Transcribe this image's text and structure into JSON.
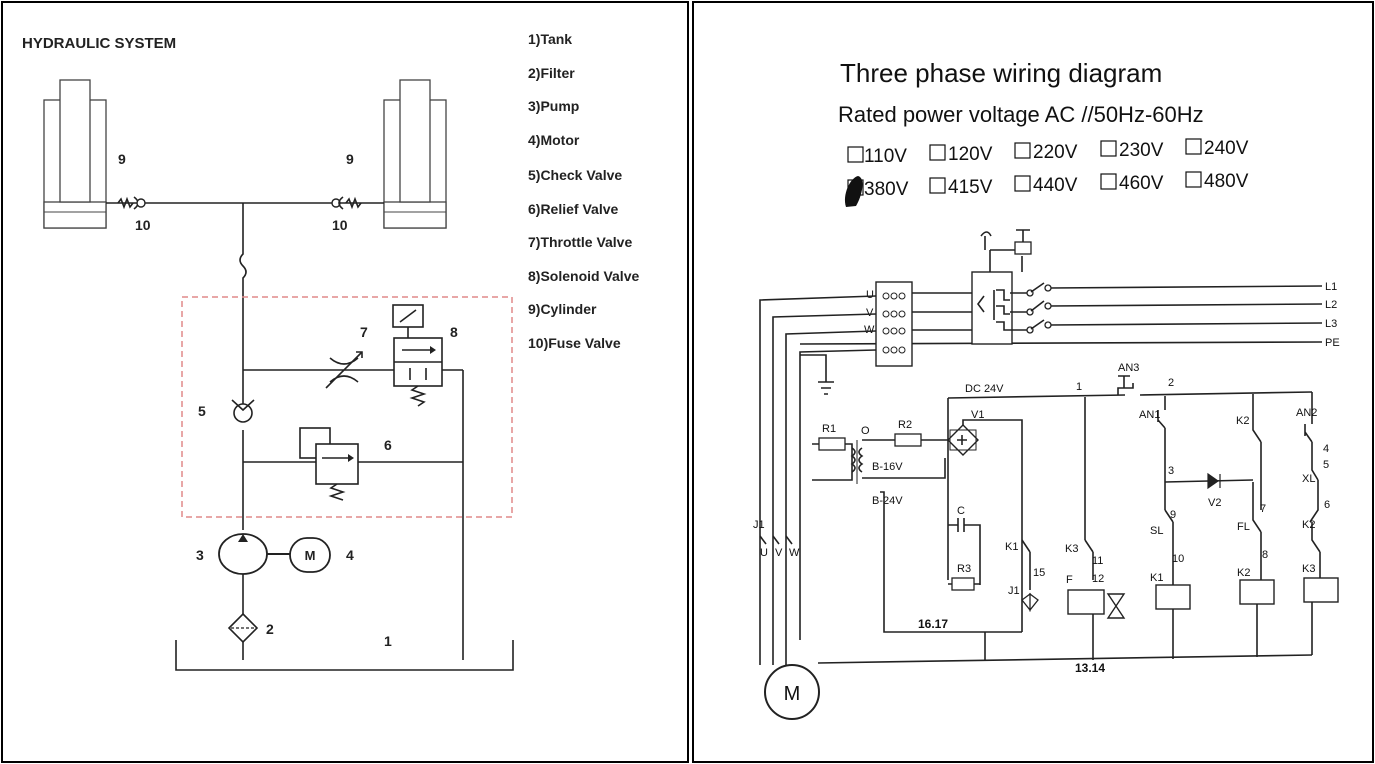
{
  "hydraulic": {
    "title": "HYDRAULIC SYSTEM",
    "legend": [
      "1)Tank",
      "2)Filter",
      "3)Pump",
      "4)Motor",
      "5)Check Valve",
      "6)Relief Valve",
      "7)Throttle Valve",
      "8)Solenoid Valve",
      "9)Cylinder",
      "10)Fuse Valve"
    ],
    "tags": {
      "cyl_left": "9",
      "cyl_right": "9",
      "fuse_left": "10",
      "fuse_right": "10",
      "throttle": "7",
      "solenoid": "8",
      "check": "5",
      "relief": "6",
      "pump": "3",
      "motor_num": "4",
      "motor_symbol": "M",
      "filter": "2",
      "tank": "1"
    }
  },
  "wiring": {
    "title": "Three phase wiring diagram",
    "subtitle": "Rated power voltage AC //50Hz-60Hz",
    "voltages_row1": [
      "110V",
      "120V",
      "220V",
      "230V",
      "240V"
    ],
    "voltages_row2": [
      "380V",
      "415V",
      "440V",
      "460V",
      "480V"
    ],
    "selected_voltage": "380V",
    "lines": [
      "L1",
      "L2",
      "L3",
      "PE"
    ],
    "terminals": [
      "U",
      "V",
      "W"
    ],
    "motor": "M",
    "labels": {
      "dc": "DC  24V",
      "n1": "1",
      "n2": "2",
      "an3": "AN3",
      "an1": "AN1",
      "an2": "AN2",
      "k2a": "K2",
      "r1": "R1",
      "r2": "R2",
      "o": "O",
      "v1": "V1",
      "b16": "B-16V",
      "b24": "B-24V",
      "c": "C",
      "r3": "R3",
      "k1": "K1",
      "j1": "J1",
      "n15": "15",
      "k3": "K3",
      "n11": "11",
      "n12": "12",
      "f": "F",
      "n3": "3",
      "v2": "V2",
      "n9": "9",
      "sl": "SL",
      "n10": "10",
      "k1b": "K1",
      "n7": "7",
      "fl": "FL",
      "n8": "8",
      "k2b": "K2",
      "n4": "4",
      "n5": "5",
      "xl": "XL",
      "n6": "6",
      "k2c": "K2",
      "k3b": "K3",
      "j1l": "J1",
      "u": "U",
      "v": "V",
      "w": "W",
      "n1617": "16.17",
      "n1314": "13.14"
    }
  }
}
